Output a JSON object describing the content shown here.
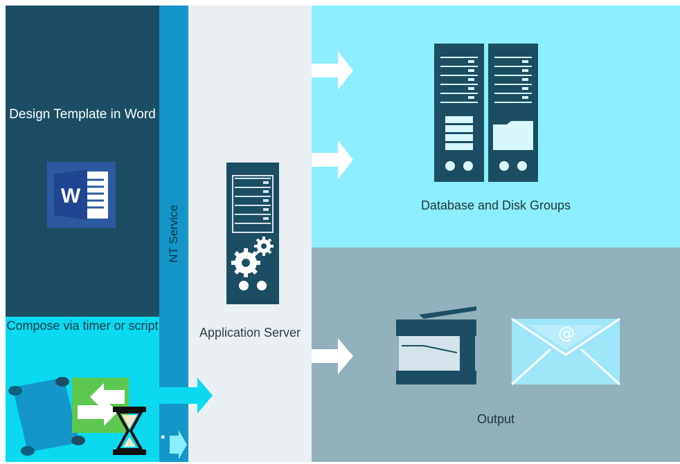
{
  "panels": {
    "design": {
      "label": "Design Template in Word",
      "icon": "word-icon"
    },
    "compose": {
      "label": "Compose via timer or script",
      "icons": [
        "script-scroll-icon",
        "exchange-icon",
        "hourglass-icon"
      ]
    },
    "nt_service": {
      "label": "NT Service",
      "marker": "*"
    },
    "app_server": {
      "label": "Application Server",
      "icon": "server-gears-icon"
    },
    "database": {
      "label": "Database and Disk Groups",
      "icons": [
        "database-server-icon",
        "disk-server-icon"
      ]
    },
    "output": {
      "label": "Output",
      "icons": [
        "printer-icon",
        "email-icon"
      ],
      "email_symbol": "@"
    }
  },
  "colors": {
    "design_bg": "#1b4e63",
    "compose_bg": "#0ad9f0",
    "nt_bg": "#1496c8",
    "app_bg": "#e9eff3",
    "db_bg": "#8ceefe",
    "output_bg": "#93b1bb",
    "icon_dark": "#1b4e63"
  }
}
